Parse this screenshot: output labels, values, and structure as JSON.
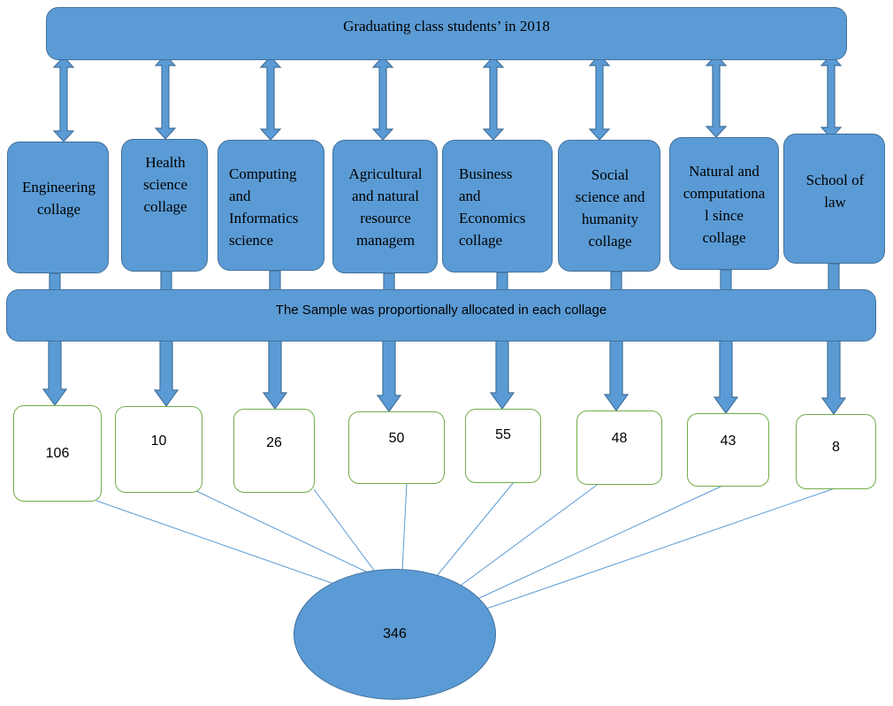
{
  "header": {
    "title": "Graduating class students’ in 2018"
  },
  "middle_banner": {
    "text": "The Sample was proportionally allocated in each collage"
  },
  "colleges": [
    {
      "name": "Engineering collage",
      "count": "106"
    },
    {
      "name": "Health science collage",
      "count": "10"
    },
    {
      "name": "Computing and Informatics science",
      "count": "26"
    },
    {
      "name": "Agricultural and natural resource managem",
      "count": "50"
    },
    {
      "name": "Business and Economics collage",
      "count": "55"
    },
    {
      "name": "Social science and humanity collage",
      "count": "48"
    },
    {
      "name": "Natural and computational since collage",
      "count": "43"
    },
    {
      "name": "School of law",
      "count": "8"
    }
  ],
  "total": {
    "value": "346"
  },
  "colors": {
    "box_fill": "#5b9bd5",
    "box_border": "#41719c",
    "count_border": "#70ad47",
    "line": "#5b9bd5"
  }
}
